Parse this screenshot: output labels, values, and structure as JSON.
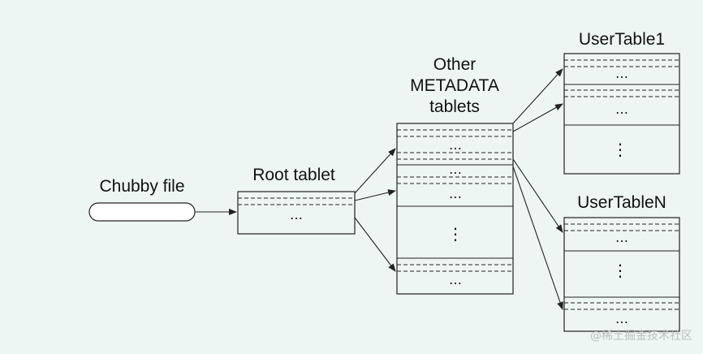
{
  "labels": {
    "chubby_file": "Chubby file",
    "root_tablet": "Root tablet",
    "metadata_line1": "Other",
    "metadata_line2": "METADATA",
    "metadata_line3": "tablets",
    "usertable1": "UserTable1",
    "usertablen": "UserTableN"
  },
  "glyphs": {
    "ellipsis": "…",
    "vertical_ellipsis": "⋮"
  },
  "watermark": "@稀土掘金技术社区"
}
